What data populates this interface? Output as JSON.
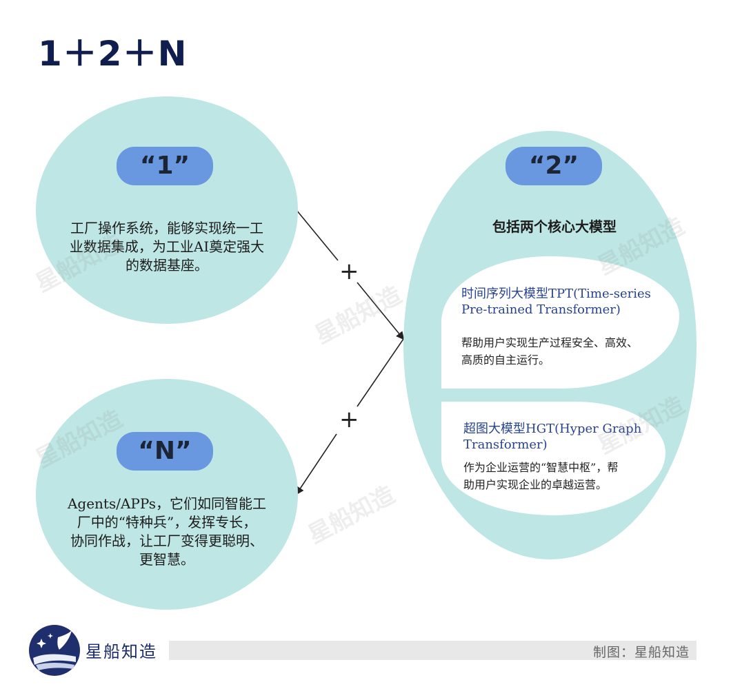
{
  "title": "1＋2＋N",
  "one": {
    "label": "“1”",
    "lines": [
      "工厂操作系统，能够实现统一工",
      "业数据集成，为工业AI奠定强大",
      "的数据基座。"
    ]
  },
  "n": {
    "label": "“N”",
    "lines": [
      "Agents/APPs，它们如同智能工",
      "厂中的“特种兵”，发挥专长，",
      "协同作战，让工厂变得更聪明、",
      "更智慧。"
    ]
  },
  "two": {
    "label": "“2”",
    "subtitle": "包括两个核心大模型",
    "model1": {
      "title_lines": [
        "时间序列大模型TPT(Time-series",
        "Pre-trained Transformer)"
      ],
      "desc_lines": [
        "帮助用户实现生产过程安全、高效、",
        "高质的自主运行。"
      ]
    },
    "model2": {
      "title_lines": [
        "超图大模型HGT(Hyper Graph",
        "Transformer)"
      ],
      "desc_lines": [
        "作为企业运营的“智慧中枢”，帮",
        "助用户实现企业的卓越运营。"
      ]
    }
  },
  "plus_signs": [
    "+",
    "+"
  ],
  "watermark": "星船知造",
  "footer": {
    "brand": "星船知造",
    "credit": "制图：星船知造"
  },
  "colors": {
    "bubble": "#bde6e4",
    "pill": "#6997e0",
    "title": "#0f1d4f",
    "model_title": "#27428f"
  }
}
